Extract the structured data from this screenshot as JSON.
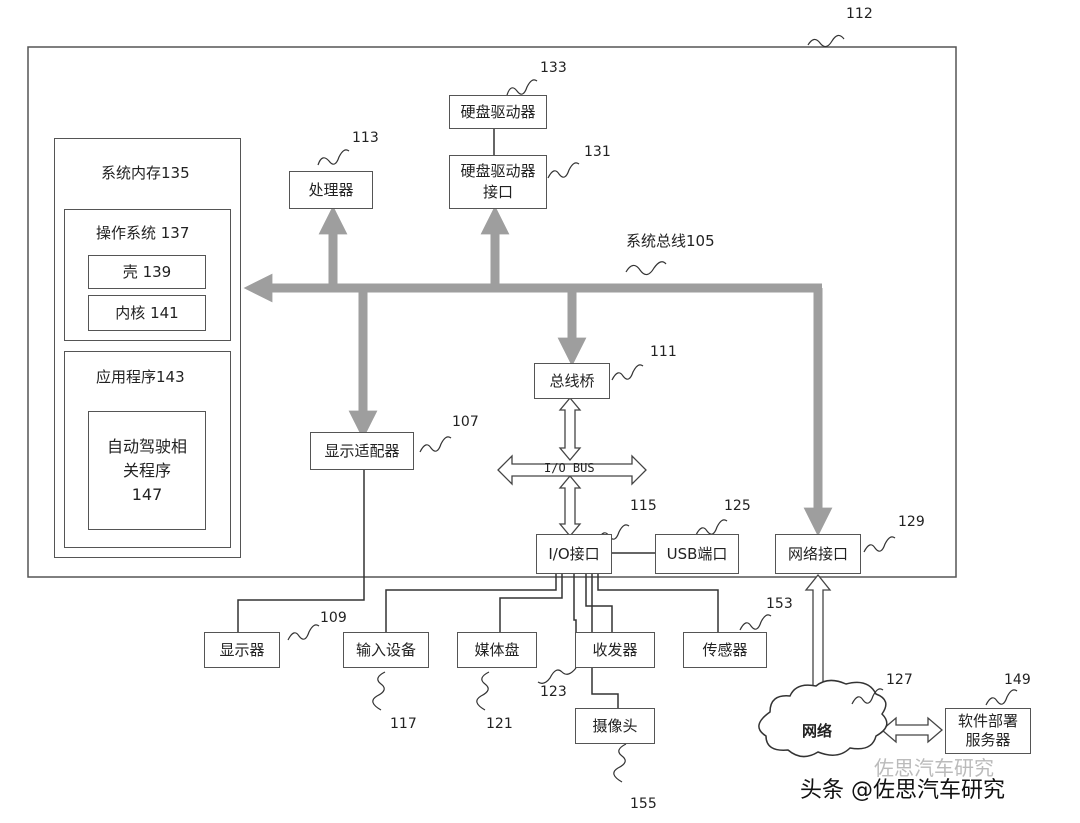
{
  "nodes": {
    "outer_ref": "112",
    "memory": {
      "label": "系统内存135"
    },
    "os": {
      "label": "操作系统 137"
    },
    "shell": {
      "label": "壳 139"
    },
    "kernel": {
      "label": "内核 141"
    },
    "apps": {
      "label": "应用程序143"
    },
    "autodrive": {
      "line1": "自动驾驶相",
      "line2": "关程序",
      "line3": "147"
    },
    "processor": {
      "label": "处理器",
      "ref": "113"
    },
    "hdd": {
      "label": "硬盘驱动器",
      "ref": "133"
    },
    "hdd_if": {
      "line1": "硬盘驱动器",
      "line2": "接口",
      "ref": "131"
    },
    "system_bus": {
      "label": "系统总线105"
    },
    "bus_bridge": {
      "label": "总线桥",
      "ref": "111"
    },
    "display_adapter": {
      "label": "显示适配器",
      "ref": "107"
    },
    "io_bus": {
      "label": "I/O BUS"
    },
    "io_if": {
      "label": "I/O接口",
      "ref": "115"
    },
    "usb": {
      "label": "USB端口",
      "ref": "125"
    },
    "net_if": {
      "label": "网络接口",
      "ref": "129"
    },
    "display": {
      "label": "显示器",
      "ref": "109"
    },
    "input": {
      "label": "输入设备",
      "ref": "117"
    },
    "media": {
      "label": "媒体盘",
      "ref": "121"
    },
    "transceiver": {
      "label": "收发器",
      "ref": "123"
    },
    "sensor": {
      "label": "传感器",
      "ref": "153"
    },
    "camera": {
      "label": "摄像头",
      "ref": "155"
    },
    "network": {
      "label": "网络",
      "ref": "127"
    },
    "server": {
      "line1": "软件部署",
      "line2": "服务器",
      "ref": "149"
    }
  },
  "watermark": {
    "text": "头条 @佐思汽车研究",
    "bg_text": "佐思汽车研究"
  },
  "colors": {
    "bus": "#9e9e9e",
    "line": "#333333",
    "border": "#555555"
  }
}
